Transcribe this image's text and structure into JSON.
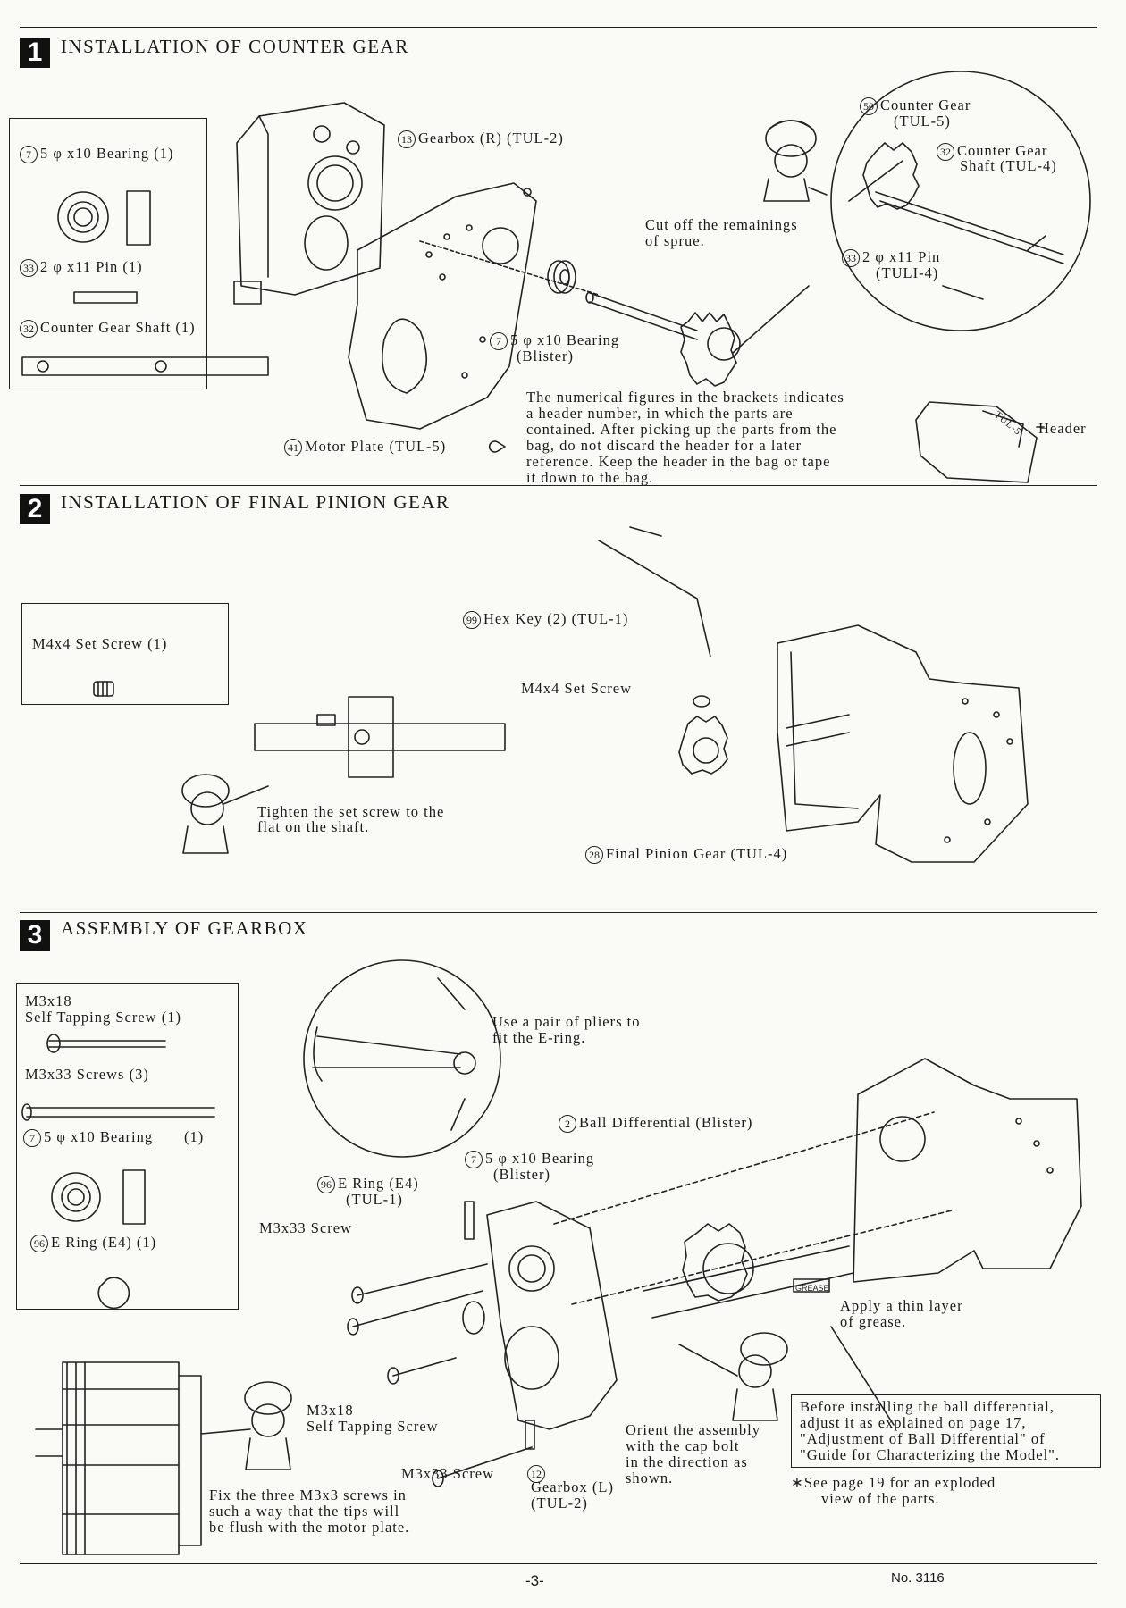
{
  "section1": {
    "number": "1",
    "title": "INSTALLATION OF COUNTER GEAR",
    "parts_box": {
      "bearing": {
        "num": "7",
        "text": "5 φ x10  Bearing   (1)"
      },
      "pin": {
        "num": "33",
        "text": "2 φ x11  Pin   (1)"
      },
      "shaft": {
        "num": "32",
        "text": "Counter  Gear  Shaft  (1)"
      }
    },
    "labels": {
      "gearbox_r": {
        "num": "13",
        "text": "Gearbox   (R)  (TUL-2)"
      },
      "counter_gear": {
        "num": "50",
        "text": "Counter  Gear"
      },
      "counter_gear_sub": "(TUL-5)",
      "counter_gear_shaft": {
        "num": "32",
        "text": "Counter  Gear"
      },
      "counter_gear_shaft_sub": "Shaft   (TUL-4)",
      "cut_off": "Cut  off  the  remainings",
      "cut_off_2": "of  sprue.",
      "pin": {
        "num": "33",
        "text": "2 φ x11  Pin"
      },
      "pin_sub": "(TULI-4)",
      "bearing": {
        "num": "7",
        "text": "5 φ x10  Bearing"
      },
      "bearing_sub": "(Blister)",
      "motor_plate": {
        "num": "41",
        "text": "Motor  Plate   (TUL-5)"
      },
      "header": "Header",
      "header_bag_text": "TUL-5",
      "note_lines": [
        "The  numerical  figures  in  the  brackets  indicates",
        "a  header  number,  in  which  the  parts  are",
        "contained.   After  picking  up  the  parts  from  the",
        "bag,  do  not  discard  the  header  for  a  later",
        "reference.   Keep  the  header  in  the  bag  or  tape",
        "it  down  to  the  bag."
      ]
    }
  },
  "section2": {
    "number": "2",
    "title": "INSTALLATION  OF  FINAL  PINION  GEAR",
    "parts_box": {
      "text": "M4x4  Set  Screw   (1)"
    },
    "labels": {
      "hex_key": {
        "num": "99",
        "text": "Hex  Key   (2)  (TUL-1)"
      },
      "set_screw": "M4x4  Set  Screw",
      "tighten_1": "Tighten  the  set  screw  to  the",
      "tighten_2": "flat  on  the  shaft.",
      "final_pinion": {
        "num": "28",
        "text": "Final  Pinion  Gear   (TUL-4)"
      }
    }
  },
  "section3": {
    "number": "3",
    "title": "ASSEMBLY  OF  GEARBOX",
    "parts_box": {
      "tap_screw_1": "M3x18",
      "tap_screw_2": "Self  Tapping  Screw   (1)",
      "screws33": "M3x33  Screws   (3)",
      "bearing": {
        "num": "7",
        "text": "5 φ x10  Bearing"
      },
      "bearing_qty": "(1)",
      "ering": {
        "num": "96",
        "text": "E  Ring   (E4)    (1)"
      }
    },
    "labels": {
      "pliers_1": "Use  a  pair  of  pliers  to",
      "pliers_2": "fit  the  E-ring.",
      "ball_diff": {
        "num": "2",
        "text": "Ball  Differential   (Blister)"
      },
      "bearing": {
        "num": "7",
        "text": "5 φ x10  Bearing"
      },
      "bearing_sub": "(Blister)",
      "ering": {
        "num": "96",
        "text": "E  Ring   (E4)"
      },
      "ering_sub": "(TUL-1)",
      "m3x33_a": "M3x33  Screw",
      "m3x33_b": "M3x33  Screw",
      "grease_tag": "GREASE",
      "apply_1": "Apply  a  thin  layer",
      "apply_2": "of  grease.",
      "m3x18_1": "M3x18",
      "m3x18_2": "Self  Tapping  Screw",
      "orient_lines": [
        "Orient  the  assembly",
        "with  the  cap  bolt",
        "in  the  direction  as",
        "shown."
      ],
      "gearbox_l": {
        "num": "12",
        "text": "Gearbox  (L)"
      },
      "gearbox_l_sub": "(TUL-2)",
      "fix_lines": [
        "Fix  the  three  M3x3  screws  in",
        "such  a  way  that  the  tips  will",
        "be  flush  with  the  motor  plate."
      ],
      "before_lines": [
        "Before  installing  the  ball  differential,",
        "adjust  it  as  explained  on  page  17,",
        "\"Adjustment  of  Ball  Differential\"  of",
        "\"Guide  for  Characterizing  the  Model\"."
      ],
      "see_lines": [
        "∗See  page  19  for  an  exploded",
        "view  of  the  parts."
      ]
    }
  },
  "footer": {
    "page": "-3-",
    "doc_no": "No. 3116"
  }
}
